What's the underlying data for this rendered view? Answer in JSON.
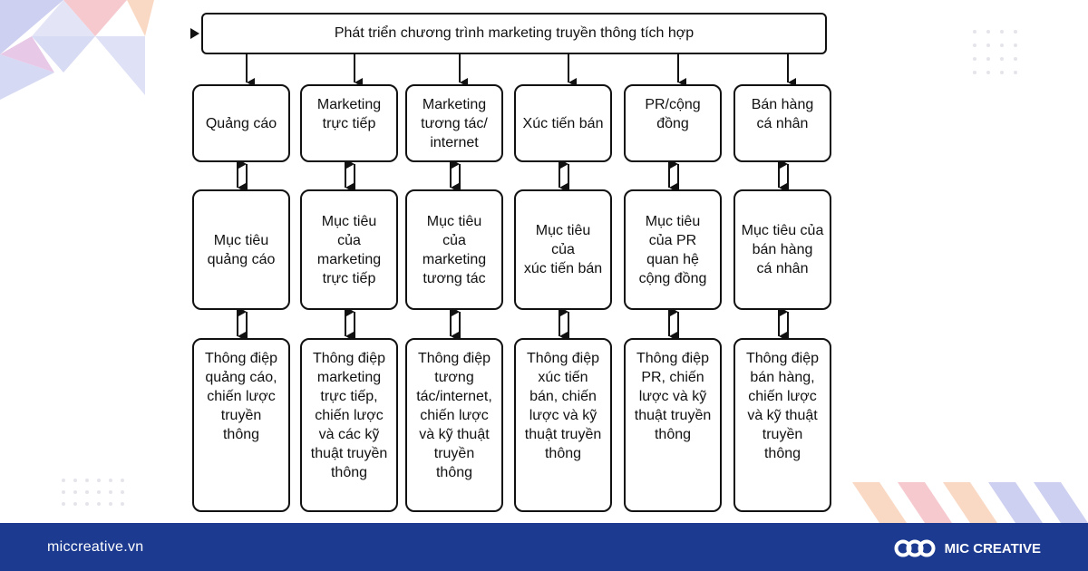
{
  "diagram": {
    "title": "Phát triển chương trình marketing truyền thông tích hợp",
    "columns": [
      {
        "channel": "Quảng cáo",
        "objective": "Mục tiêu\nquảng cáo",
        "message": "Thông điệp\nquảng cáo,\nchiến lược\ntruyền\nthông"
      },
      {
        "channel": "Marketing\ntrực tiếp",
        "objective": "Mục tiêu\ncủa\nmarketing\ntrực tiếp",
        "message": "Thông điệp\nmarketing\ntrực tiếp,\nchiến lược\nvà các kỹ\nthuật truyền\nthông"
      },
      {
        "channel": "Marketing\ntương tác/\ninternet",
        "objective": "Mục tiêu\ncủa\nmarketing\ntương tác",
        "message": "Thông điệp\ntương\ntác/internet,\nchiến lược\nvà kỹ thuật\ntruyền\nthông"
      },
      {
        "channel": "Xúc tiến bán",
        "objective": "Mục tiêu\ncủa\nxúc tiến bán",
        "message": "Thông điệp\nxúc tiến\nbán, chiến\nlược và kỹ\nthuật truyền\nthông"
      },
      {
        "channel": "PR/cộng\nđồng",
        "objective": "Mục tiêu\ncủa PR\nquan hệ\ncộng đồng",
        "message": "Thông điệp\nPR, chiến\nlược và kỹ\nthuật truyền\nthông"
      },
      {
        "channel": "Bán hàng\ncá nhân",
        "objective": "Mục tiêu của\nbán hàng\ncá nhân",
        "message": "Thông điệp\nbán hàng,\nchiến lược\nvà kỹ thuật\ntruyền\nthông"
      }
    ]
  },
  "footer": {
    "site_url": "miccreative.vn",
    "brand_name": "MIC CREATIVE",
    "background_color": "#1c3a8f"
  },
  "colors": {
    "box_border": "#111111",
    "decoration_pink": "#f6c9cf",
    "decoration_lavender": "#cdd0f0",
    "decoration_orange": "#f9d9c4"
  }
}
